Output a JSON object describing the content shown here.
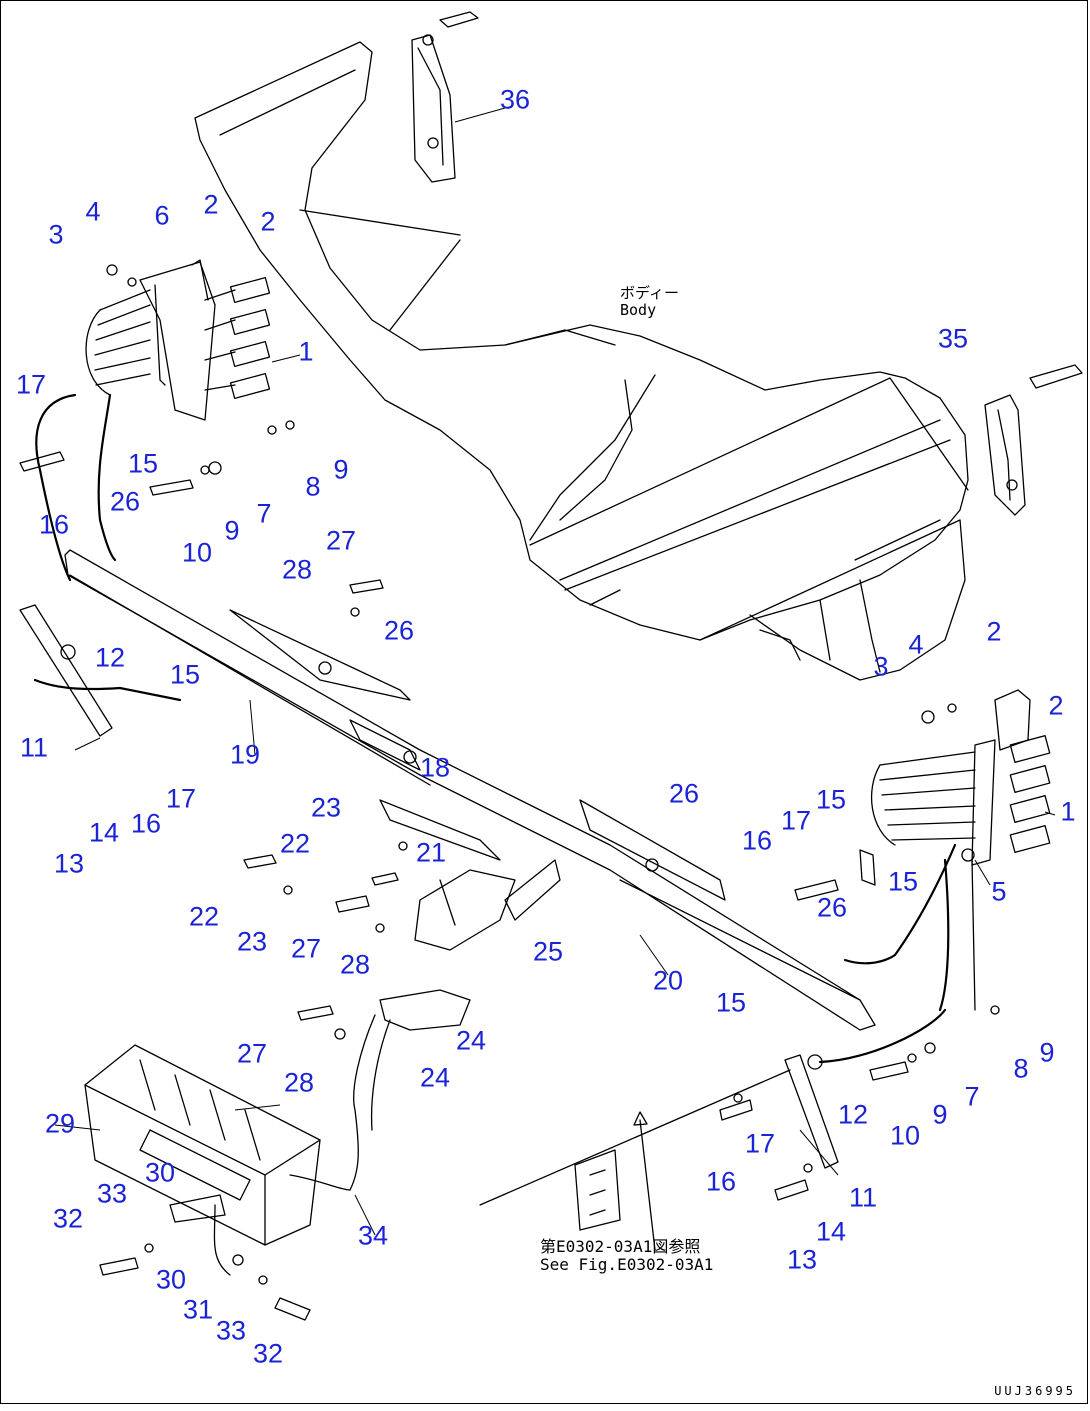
{
  "diagram": {
    "callouts": [
      {
        "id": "c-36",
        "text": "36"
      },
      {
        "id": "c-3a",
        "text": "3"
      },
      {
        "id": "c-4a",
        "text": "4"
      },
      {
        "id": "c-6",
        "text": "6"
      },
      {
        "id": "c-2a",
        "text": "2"
      },
      {
        "id": "c-2b",
        "text": "2"
      },
      {
        "id": "c-1a",
        "text": "1"
      },
      {
        "id": "c-17a",
        "text": "17"
      },
      {
        "id": "c-15a",
        "text": "15"
      },
      {
        "id": "c-26a",
        "text": "26"
      },
      {
        "id": "c-16a",
        "text": "16"
      },
      {
        "id": "c-10a",
        "text": "10"
      },
      {
        "id": "c-9a",
        "text": "9"
      },
      {
        "id": "c-7a",
        "text": "7"
      },
      {
        "id": "c-8a",
        "text": "8"
      },
      {
        "id": "c-9b",
        "text": "9"
      },
      {
        "id": "c-35",
        "text": "35"
      },
      {
        "id": "c-27a",
        "text": "27"
      },
      {
        "id": "c-28a",
        "text": "28"
      },
      {
        "id": "c-26b",
        "text": "26"
      },
      {
        "id": "c-12a",
        "text": "12"
      },
      {
        "id": "c-15b",
        "text": "15"
      },
      {
        "id": "c-11a",
        "text": "11"
      },
      {
        "id": "c-19",
        "text": "19"
      },
      {
        "id": "c-18",
        "text": "18"
      },
      {
        "id": "c-14a",
        "text": "14"
      },
      {
        "id": "c-16b",
        "text": "16"
      },
      {
        "id": "c-17b",
        "text": "17"
      },
      {
        "id": "c-13a",
        "text": "13"
      },
      {
        "id": "c-23a",
        "text": "23"
      },
      {
        "id": "c-22a",
        "text": "22"
      },
      {
        "id": "c-21",
        "text": "21"
      },
      {
        "id": "c-22b",
        "text": "22"
      },
      {
        "id": "c-23b",
        "text": "23"
      },
      {
        "id": "c-27b",
        "text": "27"
      },
      {
        "id": "c-28b",
        "text": "28"
      },
      {
        "id": "c-25",
        "text": "25"
      },
      {
        "id": "c-24a",
        "text": "24"
      },
      {
        "id": "c-24b",
        "text": "24"
      },
      {
        "id": "c-27c",
        "text": "27"
      },
      {
        "id": "c-28c",
        "text": "28"
      },
      {
        "id": "c-29",
        "text": "29"
      },
      {
        "id": "c-30a",
        "text": "30"
      },
      {
        "id": "c-33a",
        "text": "33"
      },
      {
        "id": "c-32a",
        "text": "32"
      },
      {
        "id": "c-30b",
        "text": "30"
      },
      {
        "id": "c-31",
        "text": "31"
      },
      {
        "id": "c-33b",
        "text": "33"
      },
      {
        "id": "c-32b",
        "text": "32"
      },
      {
        "id": "c-34",
        "text": "34"
      },
      {
        "id": "c-3b",
        "text": "3"
      },
      {
        "id": "c-4b",
        "text": "4"
      },
      {
        "id": "c-2c",
        "text": "2"
      },
      {
        "id": "c-2d",
        "text": "2"
      },
      {
        "id": "c-1b",
        "text": "1"
      },
      {
        "id": "c-15c",
        "text": "15"
      },
      {
        "id": "c-17c",
        "text": "17"
      },
      {
        "id": "c-16c",
        "text": "16"
      },
      {
        "id": "c-26c",
        "text": "26"
      },
      {
        "id": "c-15d",
        "text": "15"
      },
      {
        "id": "c-5",
        "text": "5"
      },
      {
        "id": "c-26d",
        "text": "26"
      },
      {
        "id": "c-20",
        "text": "20"
      },
      {
        "id": "c-15e",
        "text": "15"
      },
      {
        "id": "c-12b",
        "text": "12"
      },
      {
        "id": "c-10b",
        "text": "10"
      },
      {
        "id": "c-9c",
        "text": "9"
      },
      {
        "id": "c-7b",
        "text": "7"
      },
      {
        "id": "c-8b",
        "text": "8"
      },
      {
        "id": "c-9d",
        "text": "9"
      },
      {
        "id": "c-17d",
        "text": "17"
      },
      {
        "id": "c-16d",
        "text": "16"
      },
      {
        "id": "c-11b",
        "text": "11"
      },
      {
        "id": "c-14b",
        "text": "14"
      },
      {
        "id": "c-13b",
        "text": "13"
      }
    ],
    "body_label_jp": "ボディー",
    "body_label_en": "Body",
    "ref_note_jp": "第E0302-03A1図参照",
    "ref_note_en": "See Fig.E0302-03A1",
    "drawing_code": "UUJ36995",
    "callout_color": "#1a23d6"
  }
}
